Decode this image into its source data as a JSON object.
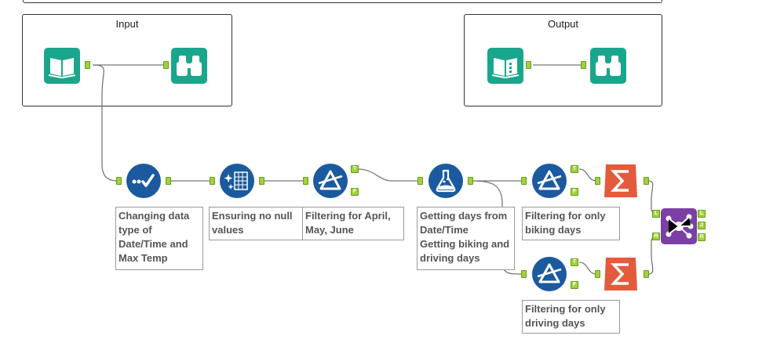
{
  "containers": {
    "input": {
      "title": "Input"
    },
    "output": {
      "title": "Output"
    }
  },
  "annotations": {
    "select": "Changing data type of Date/Time and Max Temp",
    "cleanse": "Ensuring no null values",
    "filter_months": "Filtering for April, May, June",
    "formula": "Getting days from Date/Time\nGetting biking and driving days",
    "filter_biking": "Filtering for only biking days",
    "filter_driving": "Filtering for only driving days"
  },
  "anchor_labels": {
    "true": "T",
    "false": "F",
    "left": "L",
    "join": "J",
    "right": "R"
  },
  "colors": {
    "input_tool": "#1aa68c",
    "prep_tool": "#1b5a9e",
    "transform_tool": "#e35b3c",
    "join_tool": "#7b3fa6",
    "anchor": "#9fd23b",
    "wire": "#777777"
  },
  "icons": {
    "input_data": "book-icon",
    "browse": "binoculars-icon",
    "select": "checkmark-flow-icon",
    "cleanse": "sparkle-table-icon",
    "filter": "triangle-filter-icon",
    "formula": "flask-icon",
    "summarize": "sigma-icon",
    "join": "join-network-icon"
  }
}
